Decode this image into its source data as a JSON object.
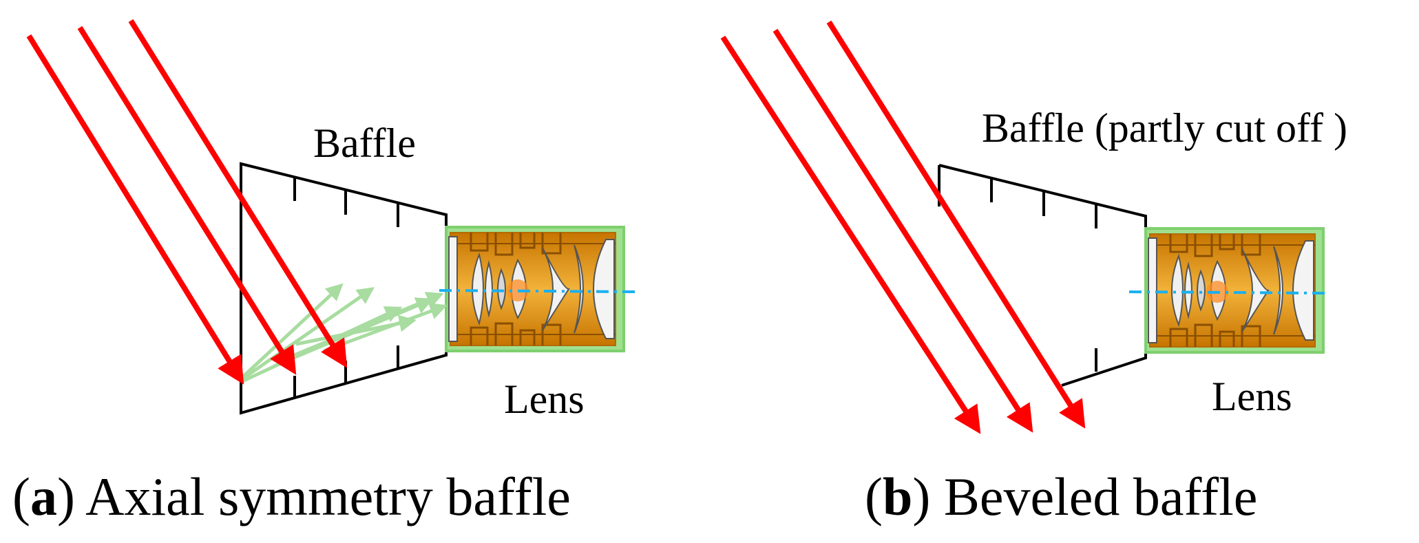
{
  "panels": [
    {
      "caption_letter": "a",
      "caption_text": ") Axial symmetry baffle",
      "baffle_label": "Baffle",
      "lens_label": "Lens"
    },
    {
      "caption_letter": "b",
      "caption_text": ") Beveled baffle",
      "baffle_label": "Baffle (partly cut off )",
      "lens_label": "Lens"
    }
  ],
  "colors": {
    "incident_ray": "#ff0000",
    "scattered_ray": "#a8dca0",
    "optical_axis": "#1ab0f0",
    "lens_barrel": "#e89a18",
    "lens_barrel_dark": "#b46a00",
    "lens_glass": "#eeeeee",
    "lens_border": "#7fcf6f",
    "baffle_line": "#000000"
  },
  "icons": {
    "incident_ray": "red-arrow-icon",
    "scattered_ray": "green-arrow-icon",
    "lens": "camera-lens-icon"
  }
}
